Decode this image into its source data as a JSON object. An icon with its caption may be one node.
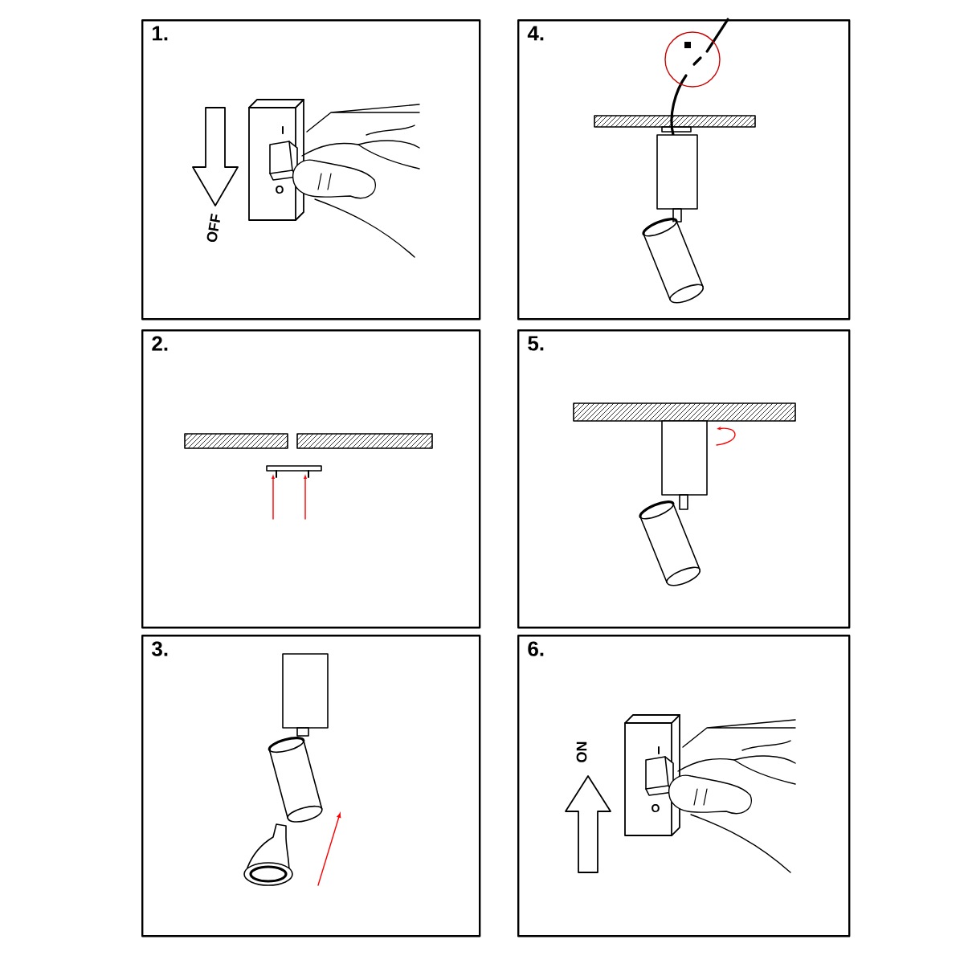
{
  "diagram": {
    "nodes": [
      {
        "text": [
          "1."
        ]
      },
      {
        "text": [
          "4."
        ]
      },
      {
        "text": [
          "2."
        ]
      },
      {
        "text": [
          "5."
        ]
      },
      {
        "text": [
          "3."
        ]
      },
      {
        "text": [
          "6."
        ]
      }
    ],
    "labels": [
      "I",
      "O",
      "OFF",
      "ON",
      "I",
      "O"
    ]
  }
}
